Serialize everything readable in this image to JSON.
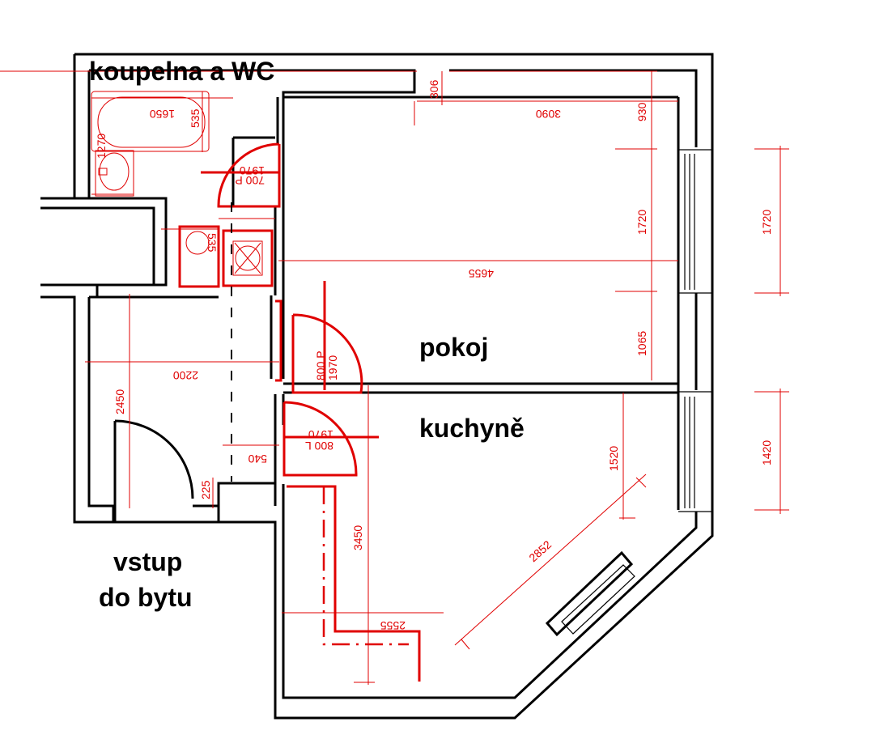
{
  "rooms": {
    "bathroom": "koupelna a WC",
    "room": "pokoj",
    "kitchen": "kuchyně",
    "entrance_line1": "vstup",
    "entrance_line2": "do bytu"
  },
  "dimensions": {
    "bath_length": "1650",
    "bath_width": "535",
    "sink_depth": "1270",
    "wc_width": "535",
    "room_width": "3090",
    "room_top_offset": "306",
    "room_wall_930": "930",
    "window_room_1720": "1720",
    "window_room_outer_1720": "1720",
    "room_length": "4655",
    "room_wall_1065": "1065",
    "hall_width": "2200",
    "hall_length": "2450",
    "hall_niche": "540",
    "hall_step": "225",
    "kitchen_length": "3450",
    "kitchen_width": "2555",
    "kitchen_diag": "2852",
    "kitchen_wall_1520": "1520",
    "window_kitchen_1420": "1420"
  },
  "doors": {
    "bath_door_width": "700 P",
    "bath_door_height": "1970",
    "room_door_width": "800 P",
    "room_door_height": "1970",
    "kitchen_door_width": "800 L",
    "kitchen_door_height": "1970"
  }
}
